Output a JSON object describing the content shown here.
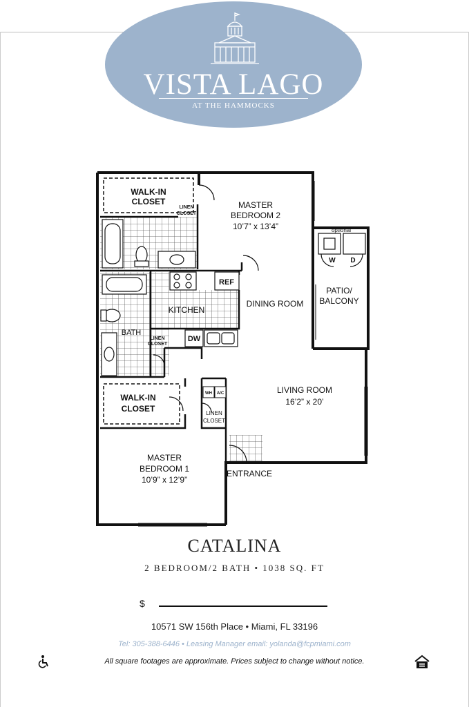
{
  "logo": {
    "title": "VISTA LAGO",
    "subtitle": "AT THE HAMMOCKS",
    "oval_color": "#9db3cc"
  },
  "rooms": {
    "walk_in_closet_top_1": "WALK-IN",
    "walk_in_closet_top_2": "CLOSET",
    "linen_top_1": "LINEN",
    "linen_top_2": "CLOSET",
    "master_bedroom_2_1": "MASTER",
    "master_bedroom_2_2": "BEDROOM 2",
    "master_bedroom_2_dim": "10’7” x 13’4”",
    "optional": "optional",
    "washer": "W",
    "dryer": "D",
    "ref": "REF",
    "kitchen": "KITCHEN",
    "dining_room": "DINING ROOM",
    "patio_1": "PATIO/",
    "patio_2": "BALCONY",
    "bath": "BATH",
    "linen_mid_1": "LINEN",
    "linen_mid_2": "CLOSET",
    "dw": "DW",
    "walk_in_closet_bottom_1": "WALK-IN",
    "walk_in_closet_bottom_2": "CLOSET",
    "wh": "WH",
    "ac": "A/C",
    "linen_bottom_1": "LINEN",
    "linen_bottom_2": "CLOSET",
    "living_room": "LIVING ROOM",
    "living_room_dim": "16’2” x 20’",
    "master_bedroom_1_1": "MASTER",
    "master_bedroom_1_2": "BEDROOM 1",
    "master_bedroom_1_dim": "10’9” x 12’9”",
    "entrance": "ENTRANCE"
  },
  "plan": {
    "name": "CATALINA",
    "specs": "2 BEDROOM/2 BATH • 1038 SQ. FT"
  },
  "price": {
    "currency_symbol": "$"
  },
  "footer": {
    "address": "10571 SW 156th Place  •  Miami, FL 33196",
    "contact": "Tel: 305-388-6446  •  Leasing Manager email: yolanda@fcpmiami.com",
    "disclaimer": "All square footages are approximate.  Prices subject to change without notice.",
    "accessibility_icon": "wheelchair-icon",
    "housing_icon": "equal-housing-icon"
  }
}
